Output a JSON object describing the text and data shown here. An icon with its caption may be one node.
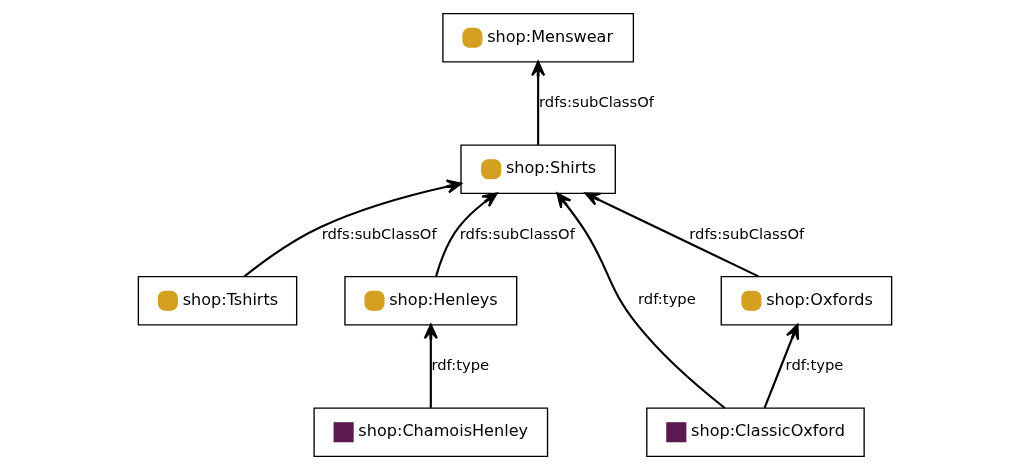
{
  "diagram": {
    "nodes": [
      {
        "text": [
          "shop:Menswear"
        ]
      },
      {
        "text": [
          "shop:Shirts"
        ]
      },
      {
        "text": [
          "shop:Tshirts"
        ]
      },
      {
        "text": [
          "shop:Henleys"
        ]
      },
      {
        "text": [
          "shop:Oxfords"
        ]
      },
      {
        "text": [
          "shop:ChamoisHenley"
        ]
      },
      {
        "text": [
          "shop:ClassicOxford"
        ]
      }
    ],
    "edges": [
      {
        "from": 1,
        "to": 0,
        "arrow": "to",
        "label": "rdfs:subClassOf"
      },
      {
        "from": 2,
        "to": 1,
        "arrow": "to",
        "label": "rdfs:subClassOf"
      },
      {
        "from": 3,
        "to": 1,
        "arrow": "to",
        "label": "rdfs:subClassOf"
      },
      {
        "from": 4,
        "to": 1,
        "arrow": "to",
        "label": "rdfs:subClassOf"
      },
      {
        "from": 5,
        "to": 3,
        "arrow": "to",
        "label": "rdf:type"
      },
      {
        "from": 6,
        "to": 1,
        "arrow": "to",
        "label": "rdf:type"
      },
      {
        "from": 6,
        "to": 4,
        "arrow": "to",
        "label": "rdf:type"
      }
    ]
  }
}
